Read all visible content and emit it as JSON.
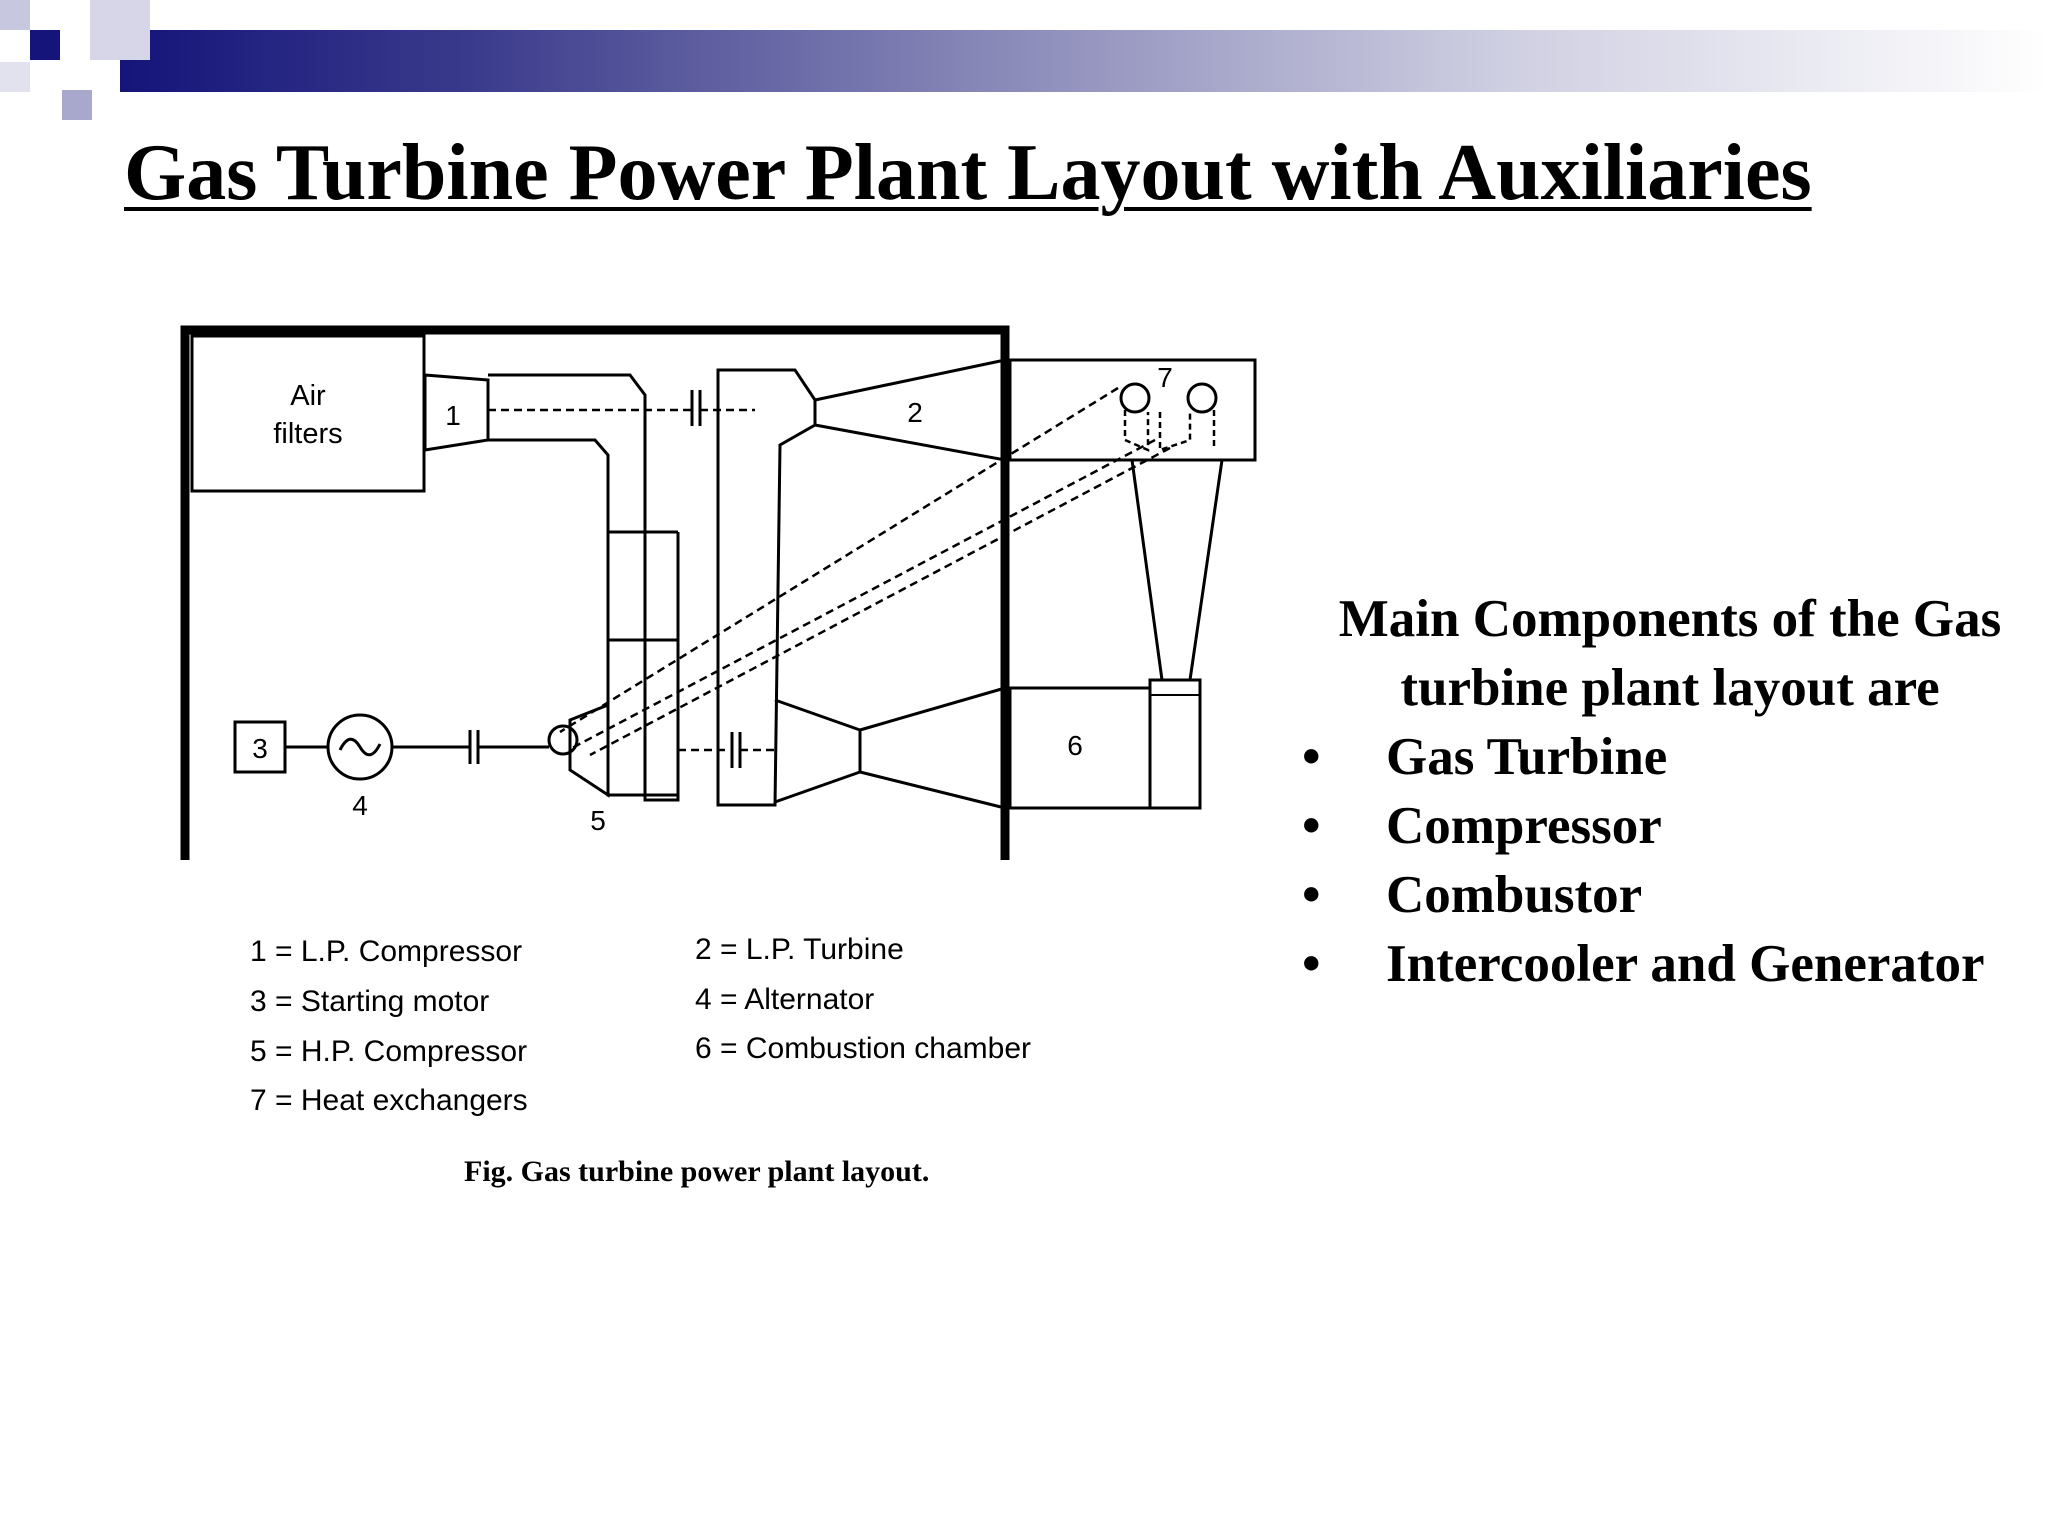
{
  "slide": {
    "title": "Gas Turbine Power Plant Layout with Auxiliaries",
    "accent_color": "#14147a"
  },
  "diagram": {
    "air_filters": [
      "Air",
      "filters"
    ],
    "labels": [
      "1",
      "2",
      "3",
      "4",
      "5",
      "6",
      "7"
    ],
    "legend": [
      "1 = L.P. Compressor",
      "2 = L.P. Turbine",
      "3 = Starting motor",
      "4 = Alternator",
      "5 = H.P. Compressor",
      "6 = Combustion chamber",
      "7 = Heat exchangers"
    ],
    "caption": "Fig.  Gas turbine power plant layout."
  },
  "components": {
    "heading": "Main Components of the Gas turbine plant layout are",
    "bullet": "•",
    "items": [
      "Gas Turbine",
      "Compressor",
      "Combustor",
      "Intercooler and Generator"
    ]
  }
}
